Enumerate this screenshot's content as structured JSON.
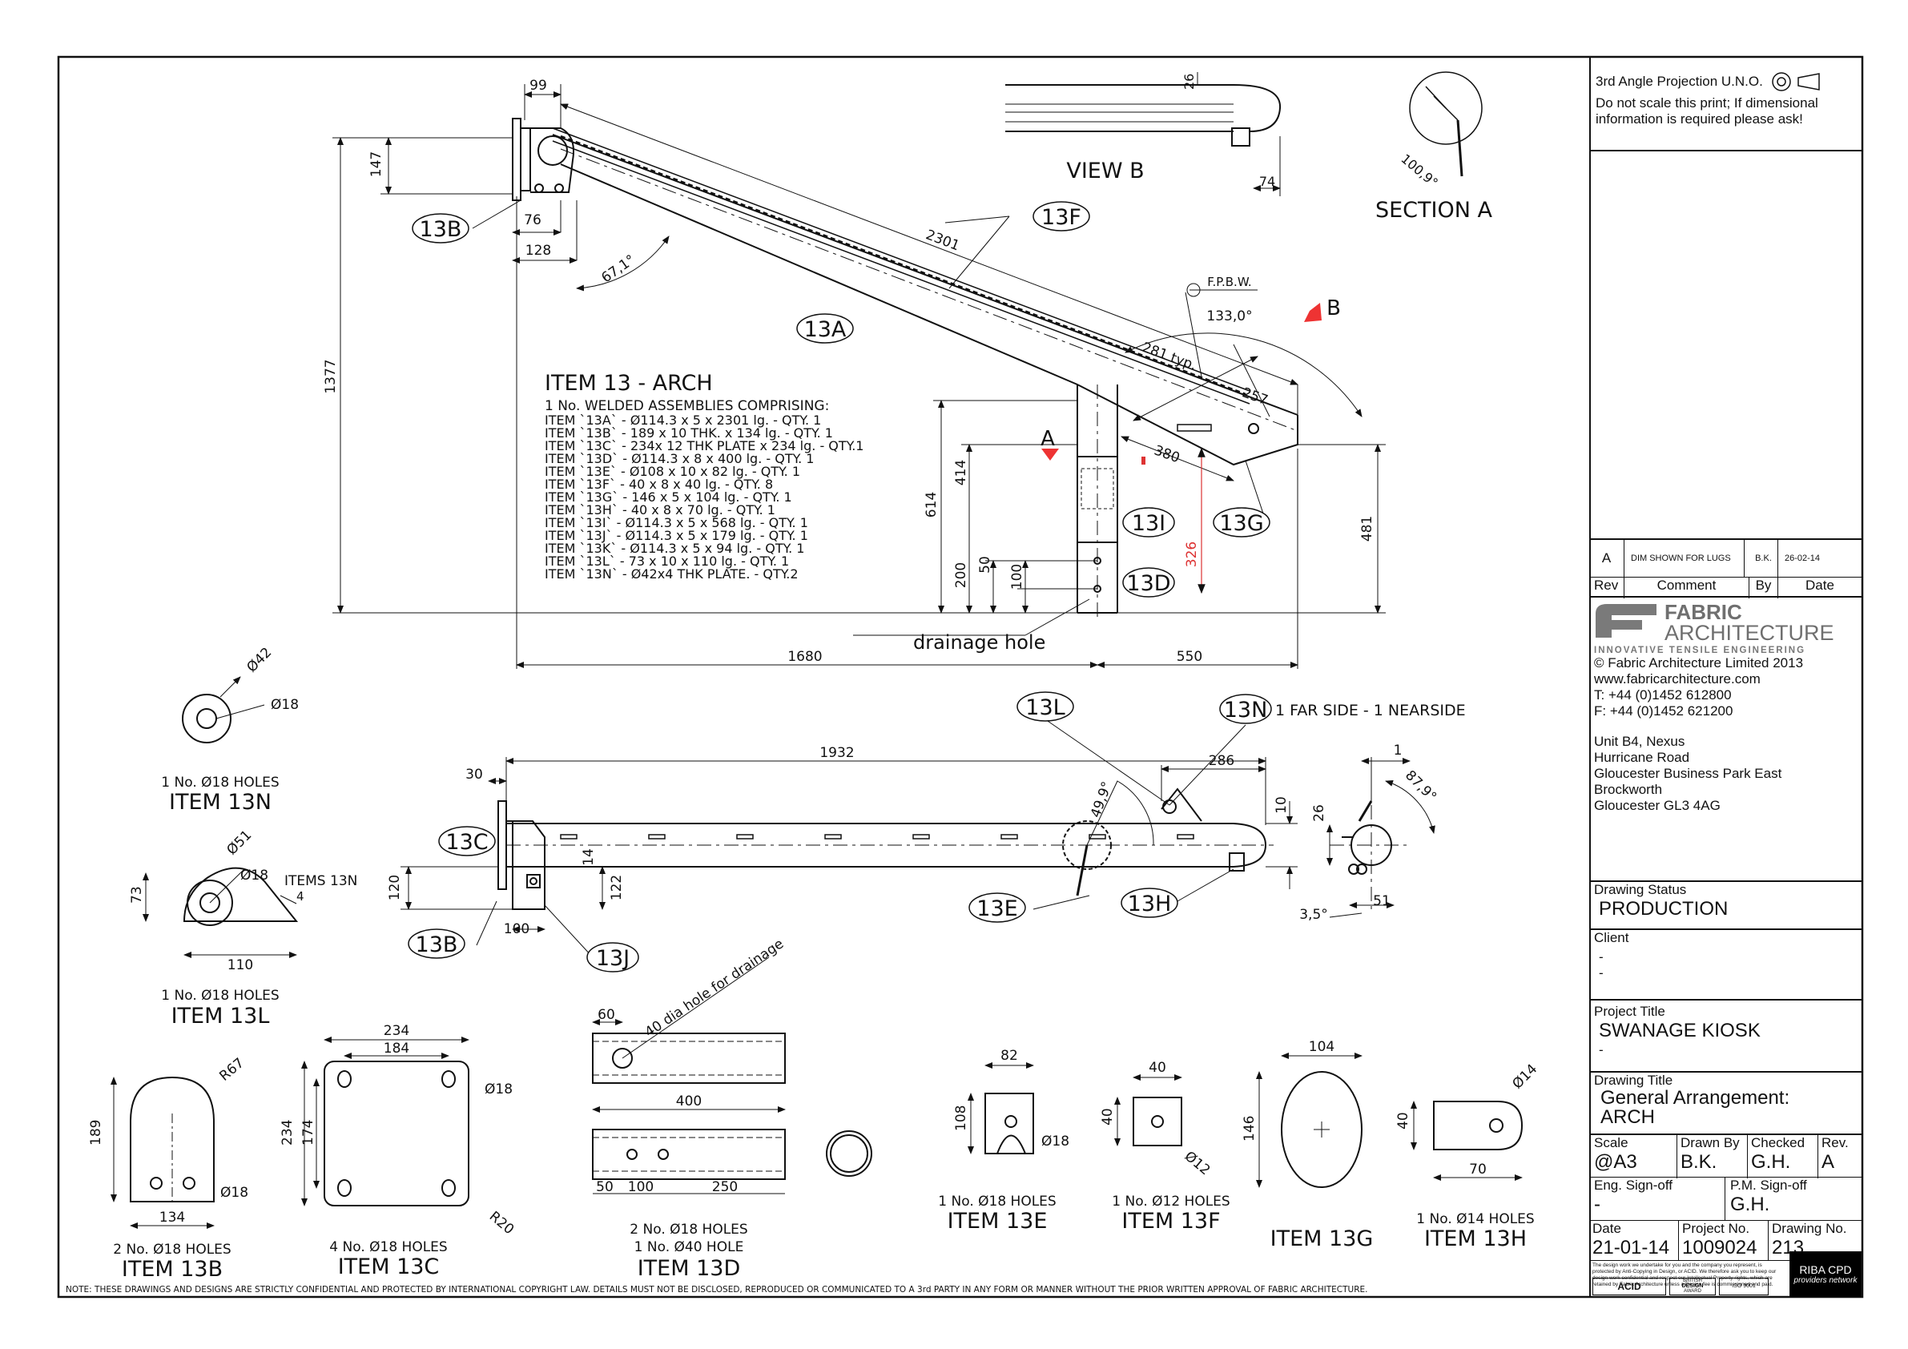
{
  "sheet": {
    "note": "NOTE: THESE DRAWINGS AND DESIGNS ARE STRICTLY CONFIDENTIAL AND PROTECTED BY INTERNATIONAL COPYRIGHT LAW. DETAILS MUST NOT BE DISCLOSED, REPRODUCED OR COMMUNICATED TO A 3rd PARTY IN ANY FORM OR MANNER WITHOUT THE PRIOR WRITTEN APPROVAL OF FABRIC ARCHITECTURE."
  },
  "arch": {
    "item_title": "ITEM 13 - ARCH",
    "item_subtitle": "1 No. WELDED ASSEMBLIES COMPRISING:",
    "items": [
      "ITEM `13A`  - Ø114.3 x 5 x 2301 lg. - QTY. 1",
      "ITEM `13B`  - 189 x 10 THK. x 134 lg. - QTY. 1",
      "ITEM `13C`  - 234x 12 THK PLATE x 234 lg. - QTY.1",
      "ITEM `13D`  - Ø114.3 x 8 x 400 lg. - QTY. 1",
      "ITEM `13E`  - Ø108 x 10 x 82 lg. - QTY. 1",
      "ITEM `13F`  - 40 x 8 x 40 lg. - QTY. 8",
      "ITEM `13G`  - 146 x 5 x 104 lg. - QTY. 1",
      "ITEM `13H`  - 40 x 8 x 70 lg. - QTY. 1",
      "ITEM `13I`  - Ø114.3 x 5 x 568 lg. - QTY. 1",
      "ITEM `13J`  - Ø114.3 x 5 x 179 lg. - QTY. 1",
      "ITEM `13K`  - Ø114.3 x 5 x 94 lg. - QTY. 1",
      "ITEM `13L`  - 73 x 10 x 110 lg. - QTY. 1",
      "ITEM `13N` - Ø42x4 THK PLATE. - QTY.2"
    ],
    "callouts": {
      "b13B": "13B",
      "b13A": "13A",
      "b13F": "13F",
      "b13I": "13I",
      "b13G": "13G",
      "b13D": "13D"
    },
    "dims": {
      "d99": "99",
      "d147": "147",
      "d76": "76",
      "d128": "128",
      "a67": "67,1°",
      "d2301": "2301",
      "d1377": "1377",
      "fpbw": "F.P.B.W.",
      "a133": "133,0°",
      "d281": "281 typ.",
      "d257": "257",
      "d380": "380",
      "d414": "414",
      "d614": "614",
      "d200": "200",
      "d50": "50",
      "d100": "100",
      "d326": "326",
      "d481": "481",
      "d1680": "1680",
      "d550": "550",
      "drain": "drainage hole",
      "secA": "A",
      "viewArrow": "B"
    },
    "views": {
      "view_b": "VIEW B",
      "section_a": "SECTION A",
      "vb26": "26",
      "vb74": "74",
      "sa_angle": "100,9°"
    }
  },
  "side": {
    "callouts": {
      "b13L": "13L",
      "b13N": "13N",
      "b13C": "13C",
      "b13B": "13B",
      "b13J": "13J",
      "b13E": "13E",
      "b13H": "13H"
    },
    "n_note": "1 FAR SIDE - 1 NEARSIDE",
    "dims": {
      "d30": "30",
      "d1932": "1932",
      "d286": "286",
      "a49": "49,9°",
      "d10": "10",
      "d120": "120",
      "d14": "14",
      "d122": "122",
      "d100": "100",
      "e1": "1",
      "a87": "87,9°",
      "e26": "26",
      "e51": "51",
      "a35": "3,5°"
    }
  },
  "details": {
    "n13N": {
      "holes": "1 No. Ø18 HOLES",
      "title": "ITEM 13N",
      "d1": "Ø42",
      "d2": "Ø18"
    },
    "n13L": {
      "holes": "1 No. Ø18 HOLES",
      "title": "ITEM 13L",
      "d1": "Ø51",
      "d2": "Ø18",
      "d3": "73",
      "d4": "110",
      "note": "ITEMS 13N",
      "note2": "4"
    },
    "n13B": {
      "holes": "2 No. Ø18 HOLES",
      "title": "ITEM 13B",
      "r": "R67",
      "d1": "189",
      "d2": "134",
      "d3": "Ø18"
    },
    "n13C": {
      "holes": "4 No. Ø18 HOLES",
      "title": "ITEM 13C",
      "d1": "234",
      "d2": "184",
      "d3": "234",
      "d4": "174",
      "d5": "Ø18",
      "r": "R20"
    },
    "n13D": {
      "holes1": "2 No. Ø18 HOLES",
      "holes2": "1 No. Ø40 HOLE",
      "title": "ITEM 13D",
      "d60": "60",
      "note": "40 dia hole for drainage",
      "d400": "400",
      "d50": "50",
      "d100": "100",
      "d250": "250"
    },
    "n13E": {
      "holes": "1 No. Ø18 HOLES",
      "title": "ITEM 13E",
      "d82": "82",
      "d108": "108",
      "d18": "Ø18"
    },
    "n13F": {
      "holes": "1 No. Ø12 HOLES",
      "title": "ITEM 13F",
      "d40a": "40",
      "d40b": "40",
      "d12": "Ø12"
    },
    "n13G": {
      "title": "ITEM 13G",
      "d104": "104",
      "d146": "146"
    },
    "n13H": {
      "holes": "1 No. Ø14 HOLES",
      "title": "ITEM 13H",
      "d14": "Ø14",
      "d40": "40",
      "d70": "70"
    }
  },
  "titleblock": {
    "projection": "3rd Angle Projection U.N.O.",
    "scale_note": "Do not scale this print; If dimensional information is required please ask!",
    "rev_row": {
      "rev": "A",
      "comment": "DIM SHOWN FOR LUGS",
      "by": "B.K.",
      "date": "26-02-14"
    },
    "rev_head": {
      "rev": "Rev",
      "comment": "Comment",
      "by": "By",
      "date": "Date"
    },
    "company": {
      "name1": "FABRIC",
      "name2": "ARCHITECTURE",
      "tagline": "INNOVATIVE TENSILE ENGINEERING",
      "copyright": "© Fabric Architecture Limited 2013",
      "web": "www.fabricarchitecture.com",
      "tel": "T: +44 (0)1452 612800",
      "fax": "F: +44 (0)1452 621200"
    },
    "address": [
      "Unit B4, Nexus",
      "Hurricane Road",
      "Gloucester Business Park East",
      "Brockworth",
      "Gloucester GL3 4AG"
    ],
    "status": {
      "label": "Drawing Status",
      "value": "PRODUCTION"
    },
    "client": {
      "label": "Client",
      "line1": "-",
      "line2": "-"
    },
    "project": {
      "label": "Project Title",
      "value": "SWANAGE KIOSK",
      "line2": "-"
    },
    "drawing": {
      "label": "Drawing Title",
      "line1": "General Arrangement:",
      "line2": "ARCH"
    },
    "scale": {
      "label": "Scale",
      "value": "@A3"
    },
    "drawn": {
      "label": "Drawn By",
      "value": "B.K."
    },
    "checked": {
      "label": "Checked",
      "value": "G.H."
    },
    "rev": {
      "label": "Rev.",
      "value": "A"
    },
    "eng": {
      "label": "Eng. Sign-off",
      "value": "-"
    },
    "pm": {
      "label": "P.M. Sign-off",
      "value": "G.H."
    },
    "date": {
      "label": "Date",
      "value": "21-01-14"
    },
    "projno": {
      "label": "Project No.",
      "value": "1009024"
    },
    "drawno": {
      "label": "Drawing No.",
      "value": "213"
    },
    "disclaimer": "The design work we undertake for you and the company you represent, is protected by Anti-Copying in Design, or ACID. We therefore ask you to keep our design work confidential and respect our Intellectual Property rights, which are retained by Fabric Architecture unless a Design fee is commissioned and paid.",
    "logos": {
      "acid": "ACID",
      "british": "BRITISH",
      "design": "DESIGN",
      "award": "AWARD",
      "iso": "ISO 9001",
      "riba": "RIBA CPD",
      "providers": "providers network"
    }
  }
}
